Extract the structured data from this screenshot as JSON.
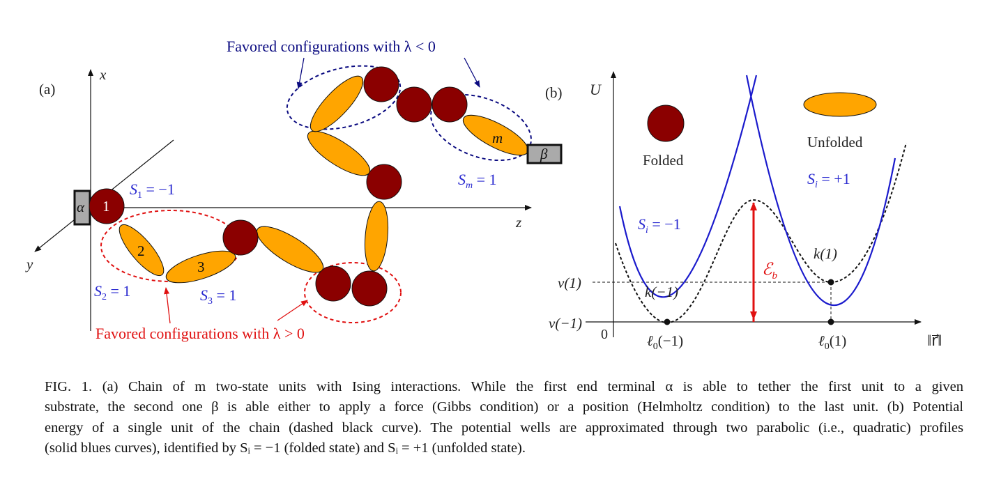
{
  "panel_a": {
    "label": "(a)",
    "axis_x": "x",
    "axis_y": "y",
    "axis_z": "z",
    "alpha": "α",
    "beta": "β",
    "unit_1": "1",
    "unit_2": "2",
    "unit_3": "3",
    "unit_m": "m",
    "s1": "S",
    "s1_sub": "1",
    "s1_rhs": " = −1",
    "s2": "S",
    "s2_sub": "2",
    "s2_rhs": " = 1",
    "s3": "S",
    "s3_sub": "3",
    "s3_rhs": " = 1",
    "sm": "S",
    "sm_sub": "m",
    "sm_rhs": " = 1",
    "favored_neg": "Favored configurations with λ < 0",
    "favored_pos": "Favored configurations with λ > 0"
  },
  "panel_b": {
    "label": "(b)",
    "axis_u": "U",
    "axis_r": "‖r⃗‖",
    "zero": "0",
    "folded": "Folded",
    "unfolded": "Unfolded",
    "si_neg": "S",
    "si_neg_sub": "i",
    "si_neg_rhs": " = −1",
    "si_pos": "S",
    "si_pos_sub": "i",
    "si_pos_rhs": " = +1",
    "v1": "v(1)",
    "vm1": "v(−1)",
    "k1": "k(1)",
    "km1": "k(−1)",
    "l0m1": "ℓ",
    "l0m1_sub": "0",
    "l0m1_rhs": "(−1)",
    "l01": "ℓ",
    "l01_sub": "0",
    "l01_rhs": "(1)",
    "eb": "ℰ",
    "eb_sub": "b"
  },
  "caption": {
    "line1": "FIG. 1. (a) Chain of m two-state units with Ising interactions. While the first end terminal α is able to tether the first unit to a given",
    "line2": "substrate, the second one β is able either to apply a force (Gibbs condition) or a position (Helmholtz condition) to the last unit. (b) Potential",
    "line3": "energy of a single unit of the chain (dashed black curve). The potential wells are approximated through two parabolic (i.e., quadratic) profiles",
    "line4": "(solid blues curves), identified by Sᵢ = −1 (folded state) and Sᵢ = +1 (unfolded state)."
  },
  "colors": {
    "folded": "#8b0000",
    "unfolded": "#ffa500",
    "blue_text": "#2a2ad0",
    "red_text": "#e01010",
    "navy_dash": "#0a0a80",
    "parabola": "#1a1acc",
    "terminal": "#aaaaaa"
  }
}
